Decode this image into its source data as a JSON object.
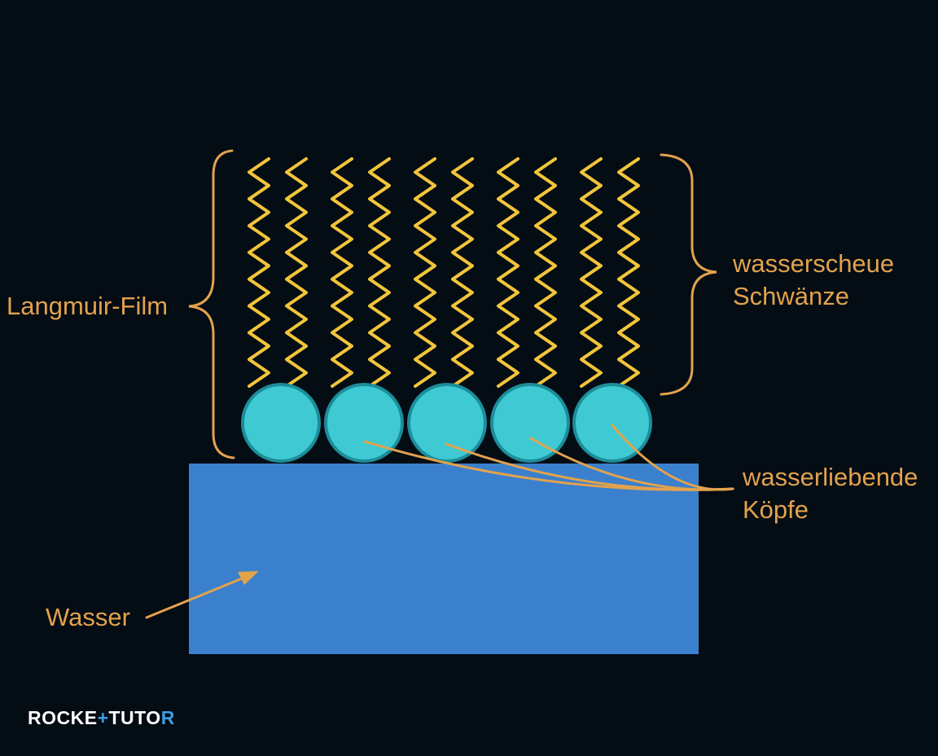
{
  "labels": {
    "langmuir_film": "Langmuir-Film",
    "tails_line1": "wasserscheue",
    "tails_line2": "Schwänze",
    "heads_line1": "wasserliebende",
    "heads_line2": "Köpfe",
    "water": "Wasser"
  },
  "logo": {
    "part1": "ROCKE",
    "plus": "+",
    "part2": "TUTO",
    "part3": "R"
  },
  "colors": {
    "background": "#040c14",
    "label": "#e2a24c",
    "tail": "#f2c53a",
    "head_fill": "#3fcad3",
    "head_stroke": "#1c8d9a",
    "water": "#3a80cc",
    "logo_text": "#ffffff",
    "logo_accent": "#3aa0e0"
  }
}
